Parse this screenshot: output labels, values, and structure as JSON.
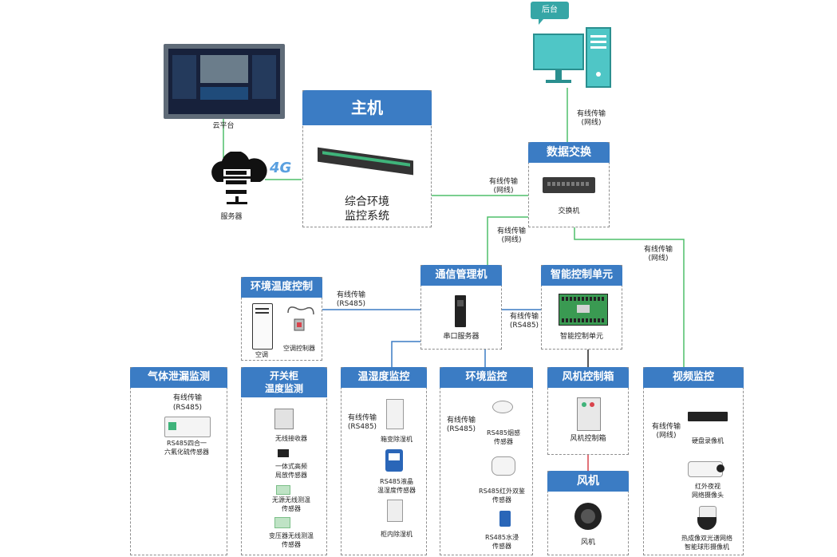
{
  "colors": {
    "header": "#3b7cc4",
    "line_green": "#4fbf6a",
    "line_blue": "#3b7cc4",
    "line_red": "#d9434c",
    "line_gray": "#8e8e8e"
  },
  "cloud_platform": {
    "label": "云平台"
  },
  "server": {
    "label": "服务器",
    "badge": "4G"
  },
  "backend": {
    "label": "后台"
  },
  "host": {
    "title": "主机",
    "system_line1": "综合环境",
    "system_line2": "监控系统"
  },
  "links": {
    "backend_switch": [
      "有线传输",
      "(网线)"
    ],
    "host_switch": [
      "有线传输",
      "(网线)"
    ],
    "switch_comm": [
      "有线传输",
      "(网线)"
    ],
    "switch_video": [
      "有线传输",
      "(网线)"
    ],
    "ac_comm": [
      "有线传输",
      "(RS485)"
    ],
    "comm_smart": [
      "有线传输",
      "(RS485)"
    ]
  },
  "data_switch": {
    "title": "数据交换",
    "device": "交换机"
  },
  "comm_manager": {
    "title": "通信管理机",
    "device": "串口服务器"
  },
  "smart_unit": {
    "title": "智能控制单元",
    "device": "智能控制单元"
  },
  "env_temp_control": {
    "title": "环境温度控制",
    "device1": "空调",
    "device2": "空调控制器"
  },
  "gas_leak": {
    "title": "气体泄漏监测",
    "link": [
      "有线传输",
      "(RS485)"
    ],
    "device": [
      "RS485四合一",
      "六氟化硫传感器"
    ]
  },
  "switchgear": {
    "title": [
      "开关柜",
      "温度监测"
    ],
    "items": [
      [
        "无线接收器"
      ],
      [
        "一体式高频",
        "局放传感器"
      ],
      [
        "无源无线测温",
        "传感器"
      ],
      [
        "变压器无线测温",
        "传感器"
      ]
    ]
  },
  "temp_humidity": {
    "title": "温湿度监控",
    "link": [
      "有线传输",
      "(RS485)"
    ],
    "items": [
      [
        "箱变除湿机"
      ],
      [
        "RS485液晶",
        "温湿度传感器"
      ],
      [
        "柜内除湿机"
      ]
    ]
  },
  "env_monitor": {
    "title": "环境监控",
    "link": [
      "有线传输",
      "(RS485)"
    ],
    "items": [
      [
        "RS485烟感",
        "传感器"
      ],
      [
        "RS485红外双鉴",
        "传感器"
      ],
      [
        "RS485水浸",
        "传感器"
      ]
    ]
  },
  "fan_box": {
    "title": "风机控制箱",
    "device": "风机控制箱"
  },
  "fan": {
    "title": "风机",
    "device": "风机"
  },
  "video": {
    "title": "视频监控",
    "link": [
      "有线传输",
      "(网线)"
    ],
    "items": [
      [
        "硬盘录像机"
      ],
      [
        "红外夜视",
        "网络摄像头"
      ],
      [
        "热成像双光谱网络",
        "智能球形摄像机"
      ]
    ]
  }
}
